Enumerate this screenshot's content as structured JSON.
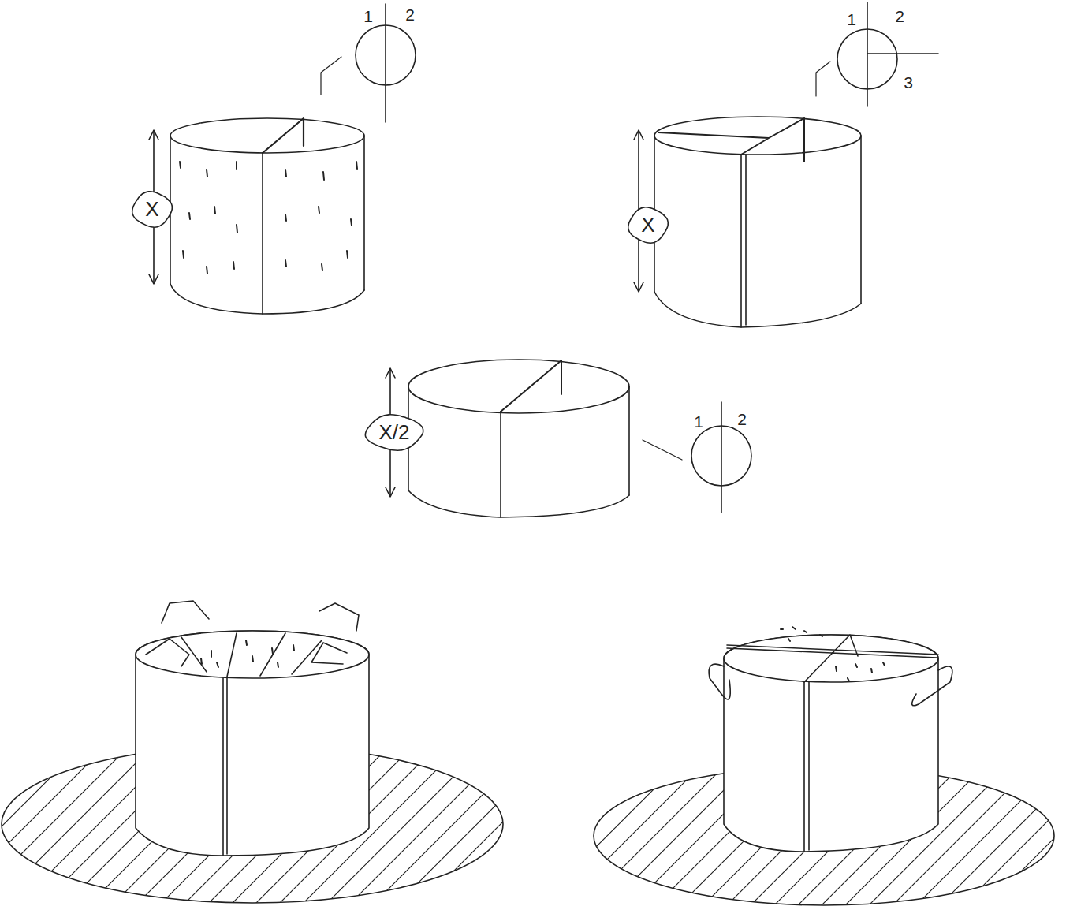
{
  "diagram": {
    "nodes": [
      {
        "text": [
          "X"
        ]
      },
      {
        "text": [
          "X"
        ]
      },
      {
        "text": [
          "X/2"
        ]
      }
    ],
    "labels": [
      "1",
      "2",
      "1",
      "2",
      "3",
      "1",
      "2"
    ]
  }
}
